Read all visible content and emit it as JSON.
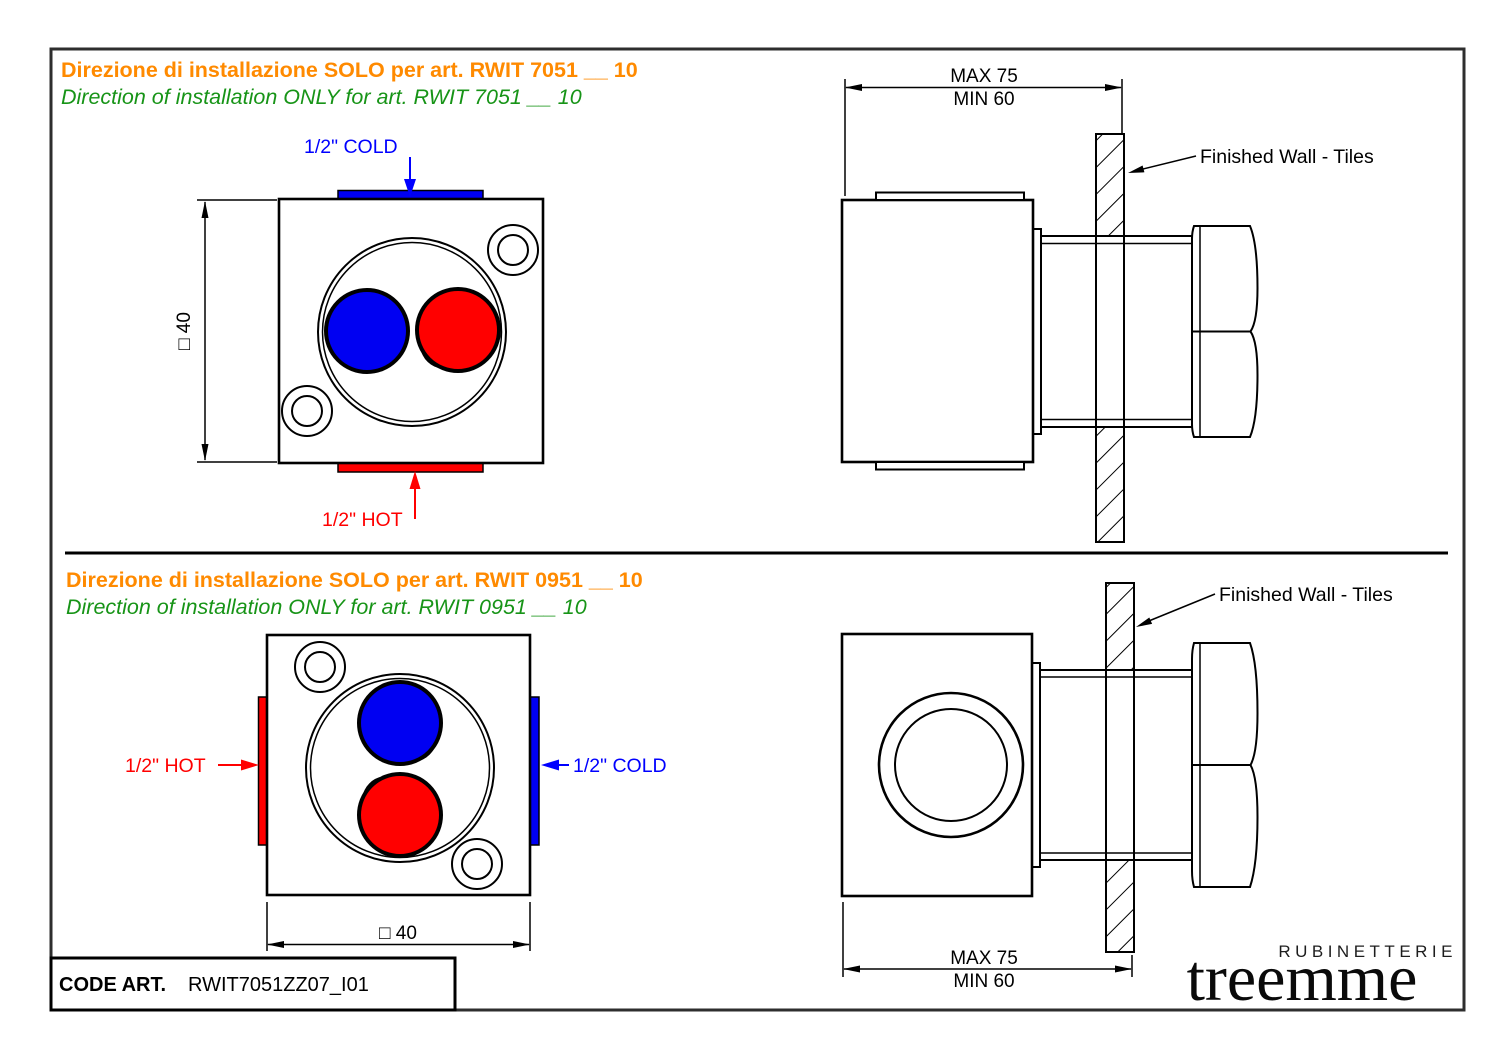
{
  "doc": {
    "type": "installation-drawing",
    "frame_color": "#2e2e2e",
    "line_color": "#000000"
  },
  "colors": {
    "orange_title": "#FF8A00",
    "green_title": "#179417",
    "cold_blue": "#0000FF",
    "hot_red": "#FF0000"
  },
  "sections": [
    {
      "title_it": "Direzione di installazione SOLO per art. RWIT 7051 __ 10",
      "title_en": "Direction of installation ONLY for art. RWIT 7051 __ 10",
      "cold_label": "1/2\" COLD",
      "hot_label": "1/2\" HOT",
      "square_dim": "□ 40",
      "dim_max": "MAX 75",
      "dim_min": "MIN 60",
      "wall_label": "Finished Wall - Tiles"
    },
    {
      "title_it": "Direzione di installazione SOLO per art. RWIT 0951 __ 10",
      "title_en": "Direction of installation ONLY for art. RWIT 0951 __ 10",
      "cold_label": "1/2\" COLD",
      "hot_label": "1/2\" HOT",
      "square_dim": "□ 40",
      "dim_max": "MAX 75",
      "dim_min": "MIN 60",
      "wall_label": "Finished Wall - Tiles"
    }
  ],
  "footer": {
    "code_label": "CODE ART.",
    "code_value": "RWIT7051ZZ07_I01",
    "brand_small": "RUBINETTERIE",
    "brand_large": "treemme"
  }
}
